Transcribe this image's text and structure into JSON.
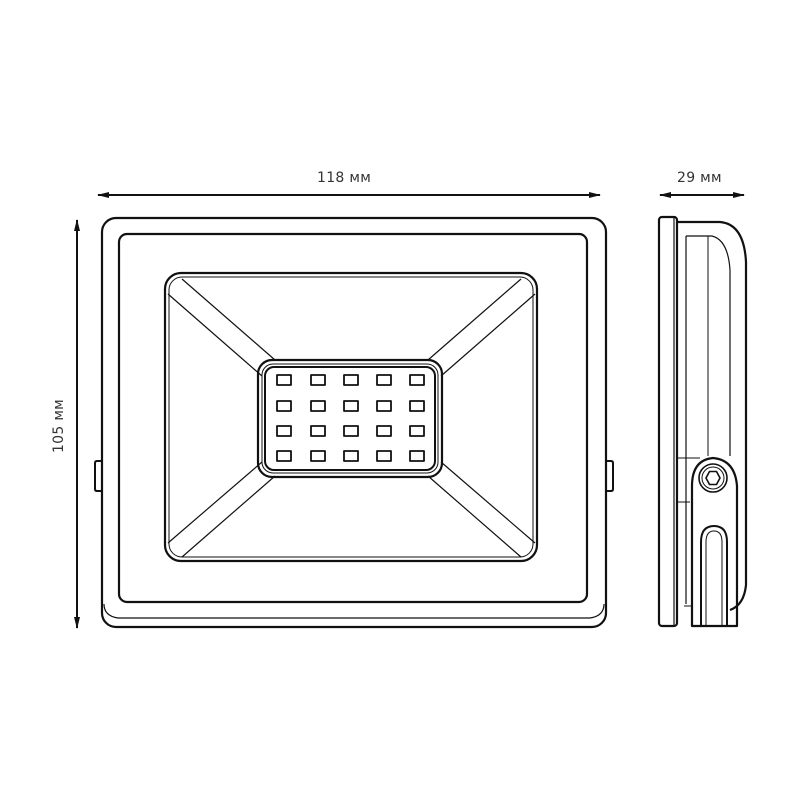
{
  "dimensions": {
    "width_label": "118 мм",
    "depth_label": "29 мм",
    "height_label": "105 мм"
  },
  "views": {
    "front": {
      "name": "front-view",
      "led_rows": 4,
      "led_cols": 5
    },
    "side": {
      "name": "side-view"
    }
  },
  "colors": {
    "line": "#111111",
    "background": "#ffffff",
    "text": "#333333"
  }
}
